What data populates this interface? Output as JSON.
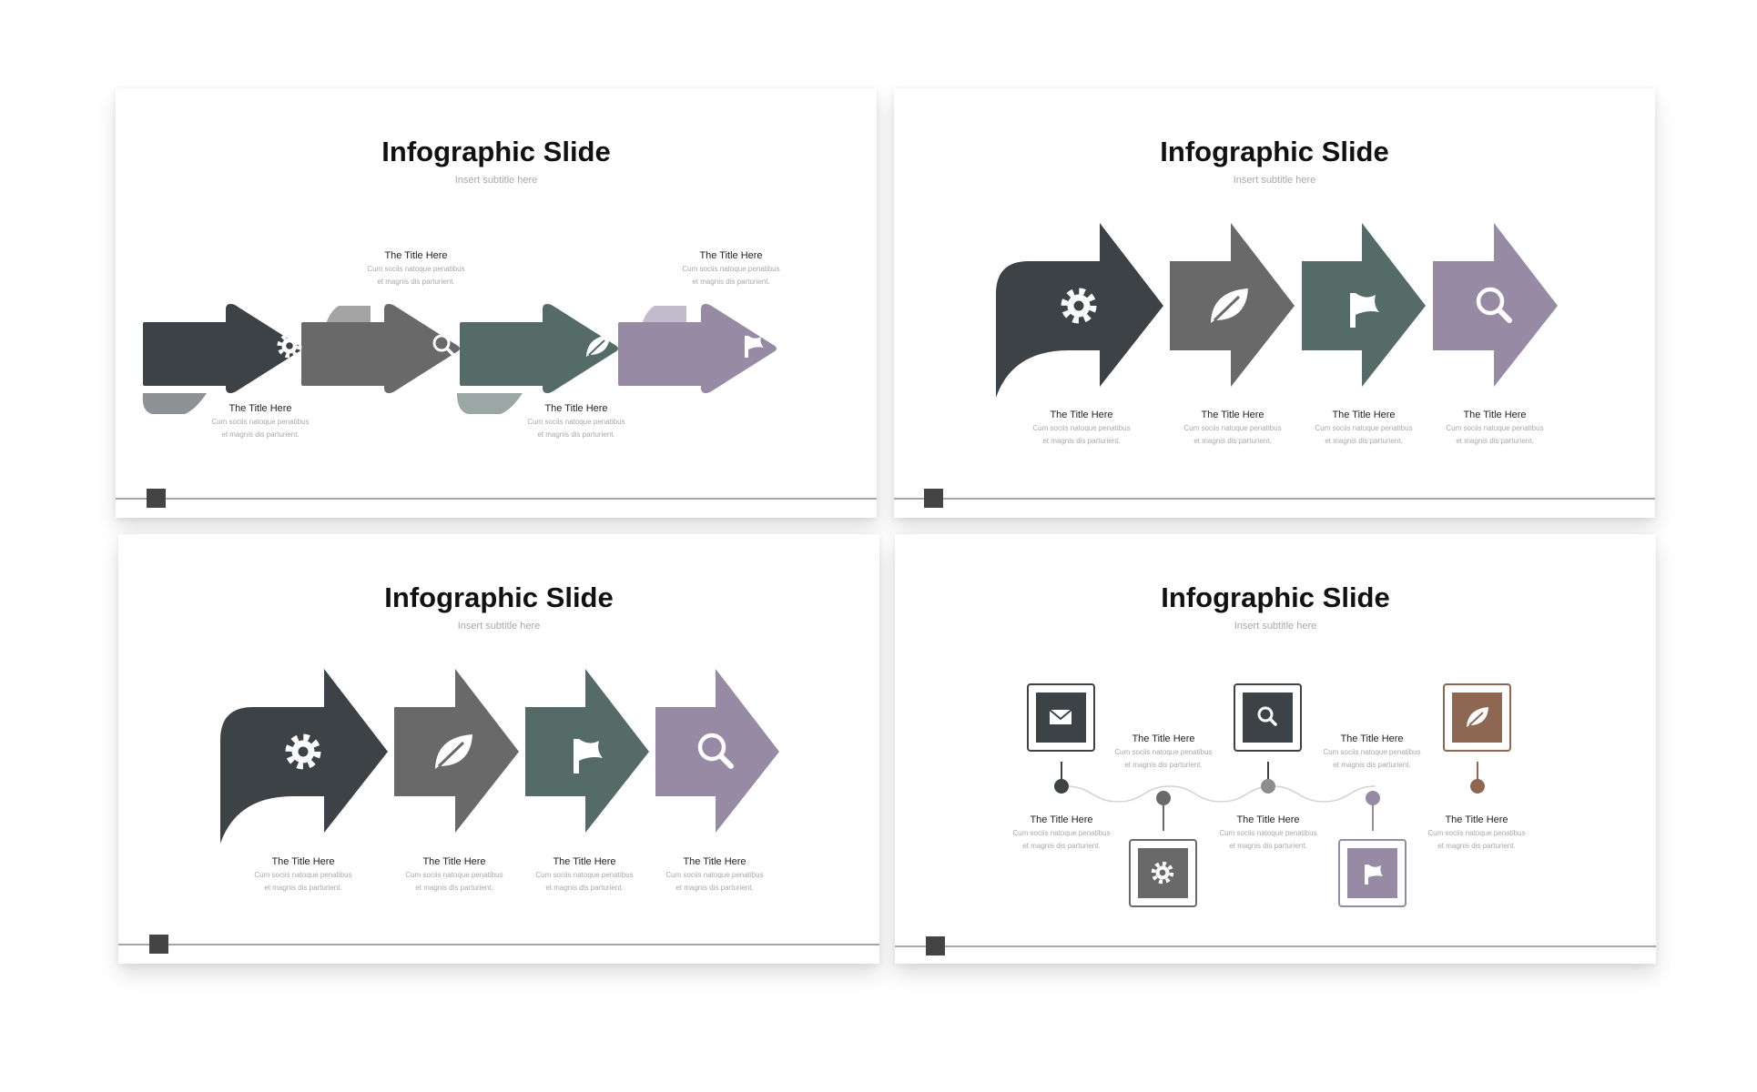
{
  "colors": {
    "charcoal": "#3d4246",
    "gray": "#696969",
    "teal": "#546b67",
    "purple": "#978aa4",
    "brown": "#8e6752",
    "node_light": "#8d8d8d"
  },
  "slides": [
    {
      "title": "Infographic Slide",
      "subtitle": "Insert subtitle here",
      "layout": "folded-arrows",
      "items": [
        {
          "title": "The Title Here",
          "desc1": "Cum sociis natoque penatibus",
          "desc2": "et magnis dis parturient.",
          "icon": "gear-icon",
          "color": "charcoal",
          "caption": "below"
        },
        {
          "title": "The Title Here",
          "desc1": "Cum sociis natoque penatibus",
          "desc2": "et magnis dis parturient.",
          "icon": "search-icon",
          "color": "gray",
          "caption": "above"
        },
        {
          "title": "The Title Here",
          "desc1": "Cum sociis natoque penatibus",
          "desc2": "et magnis dis parturient.",
          "icon": "leaf-icon",
          "color": "teal",
          "caption": "below"
        },
        {
          "title": "The Title Here",
          "desc1": "Cum sociis natoque penatibus",
          "desc2": "et magnis dis parturient.",
          "icon": "flag-icon",
          "color": "purple",
          "caption": "above"
        }
      ]
    },
    {
      "title": "Infographic Slide",
      "subtitle": "Insert subtitle here",
      "layout": "big-arrows",
      "items": [
        {
          "title": "The Title Here",
          "desc1": "Cum sociis natoque penatibus",
          "desc2": "et magnis dis parturient.",
          "icon": "gear-icon",
          "color": "charcoal"
        },
        {
          "title": "The Title Here",
          "desc1": "Cum sociis natoque penatibus",
          "desc2": "et magnis dis parturient.",
          "icon": "leaf-icon",
          "color": "gray"
        },
        {
          "title": "The Title Here",
          "desc1": "Cum sociis natoque penatibus",
          "desc2": "et magnis dis parturient.",
          "icon": "flag-icon",
          "color": "teal"
        },
        {
          "title": "The Title Here",
          "desc1": "Cum sociis natoque penatibus",
          "desc2": "et magnis dis parturient.",
          "icon": "search-icon",
          "color": "purple"
        }
      ]
    },
    {
      "title": "Infographic Slide",
      "subtitle": "Insert subtitle here",
      "layout": "big-arrows",
      "items": [
        {
          "title": "The Title Here",
          "desc1": "Cum sociis natoque penatibus",
          "desc2": "et magnis dis parturient.",
          "icon": "gear-icon",
          "color": "charcoal"
        },
        {
          "title": "The Title Here",
          "desc1": "Cum sociis natoque penatibus",
          "desc2": "et magnis dis parturient.",
          "icon": "leaf-icon",
          "color": "gray"
        },
        {
          "title": "The Title Here",
          "desc1": "Cum sociis natoque penatibus",
          "desc2": "et magnis dis parturient.",
          "icon": "flag-icon",
          "color": "teal"
        },
        {
          "title": "The Title Here",
          "desc1": "Cum sociis natoque penatibus",
          "desc2": "et magnis dis parturient.",
          "icon": "search-icon",
          "color": "purple"
        }
      ]
    },
    {
      "title": "Infographic Slide",
      "subtitle": "Insert subtitle here",
      "layout": "timeline",
      "items": [
        {
          "title": "The Title Here",
          "desc1": "Cum sociis natoque penatibus",
          "desc2": "et magnis dis parturient.",
          "icon": "mail-icon",
          "color": "charcoal",
          "node": "charcoal",
          "position": "up"
        },
        {
          "title": "The Title Here",
          "desc1": "Cum sociis natoque penatibus",
          "desc2": "et magnis dis parturient.",
          "icon": "gear-icon",
          "color": "gray",
          "node": "gray",
          "position": "down"
        },
        {
          "title": "The Title Here",
          "desc1": "Cum sociis natoque penatibus",
          "desc2": "et magnis dis parturient.",
          "icon": "search-icon",
          "color": "charcoal",
          "node": "node_light",
          "position": "up"
        },
        {
          "title": "The Title Here",
          "desc1": "Cum sociis natoque penatibus",
          "desc2": "et magnis dis parturient.",
          "icon": "flag-icon",
          "color": "purple",
          "node": "purple",
          "position": "down"
        },
        {
          "title": "The Title Here",
          "desc1": "Cum sociis natoque penatibus",
          "desc2": "et magnis dis parturient.",
          "icon": "leaf-icon",
          "color": "brown",
          "node": "brown",
          "position": "up"
        }
      ]
    }
  ]
}
